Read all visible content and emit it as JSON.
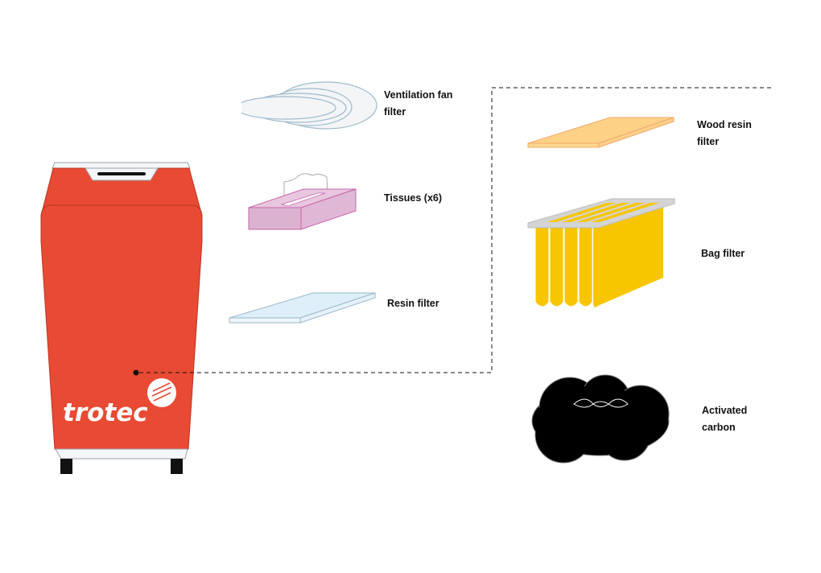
{
  "device": {
    "brand": "trotec"
  },
  "components": [
    {
      "name": "ventilation-fan-filter",
      "label_lines": [
        "Ventilation fan",
        "filter"
      ]
    },
    {
      "name": "tissues",
      "label_lines": [
        "Tissues (x6)"
      ]
    },
    {
      "name": "resin-filter",
      "label_lines": [
        "Resin filter"
      ]
    },
    {
      "name": "wood-resin-filter",
      "label_lines": [
        "Wood resin",
        "filter"
      ]
    },
    {
      "name": "bag-filter",
      "label_lines": [
        "Bag filter"
      ]
    },
    {
      "name": "activated-carbon",
      "label_lines": [
        "Activated",
        "carbon"
      ]
    }
  ],
  "colors": {
    "device_body": "#e84a33",
    "wood_resin_filter": "#fdd287",
    "bag_filter": "#f8c600",
    "resin_filter": "#deeffa",
    "tissue_box": "#e0b7d5",
    "carbon": "#000000"
  }
}
